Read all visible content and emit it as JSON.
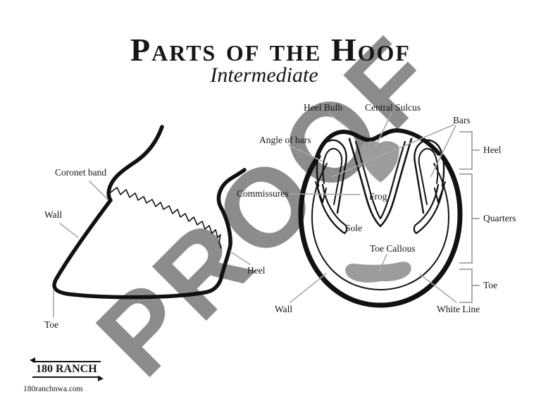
{
  "title": "Parts of the Hoof",
  "subtitle": "Intermediate",
  "watermark": "PROOF",
  "colors": {
    "ink": "#111111",
    "leader_gray": "#a8a8a8",
    "shade_gray": "#9c9c9c",
    "watermark_gray": "#8c8c8c"
  },
  "side_view": {
    "labels": {
      "coronet_band": "Coronet band",
      "wall": "Wall",
      "toe": "Toe",
      "heel": "Heel"
    }
  },
  "bottom_view": {
    "labels": {
      "heel_bulb": "Heel Bulb",
      "central_sulcus": "Central Sulcus",
      "bars": "Bars",
      "angle_of_bars": "Angle of bars",
      "commissures": "Commissures",
      "frog": "Frog",
      "sole": "Sole",
      "toe_callous": "Toe Callous",
      "wall": "Wall",
      "white_line": "White Line"
    },
    "brackets": [
      {
        "label": "Heel"
      },
      {
        "label": "Quarters"
      },
      {
        "label": "Toe"
      }
    ]
  },
  "footer": {
    "logo_text": "180 RANCH",
    "website": "180ranchnwa.com"
  }
}
